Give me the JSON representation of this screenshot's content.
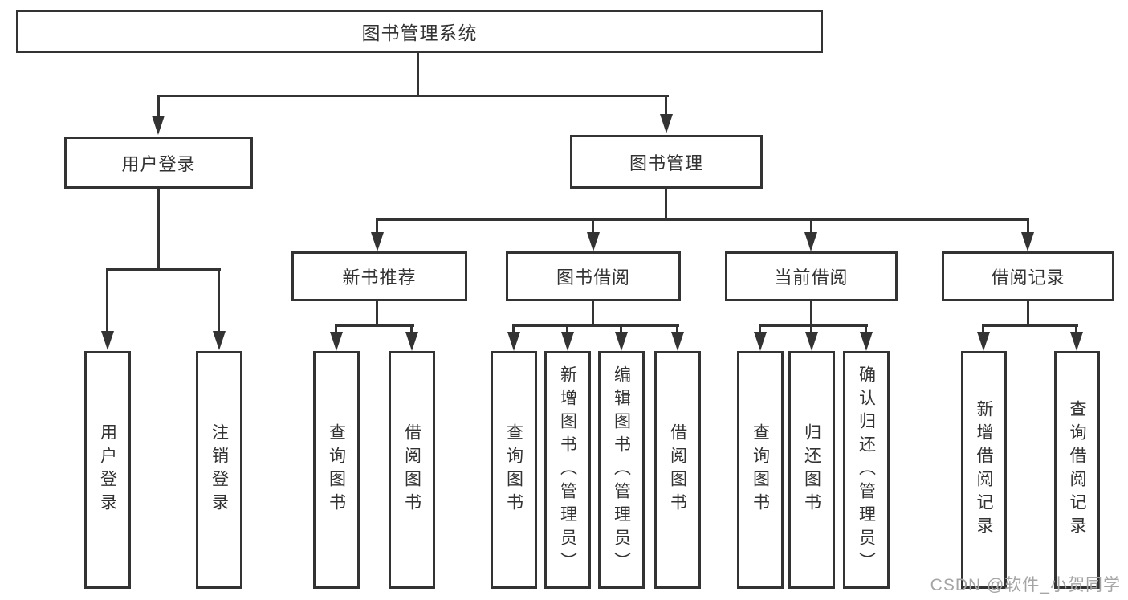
{
  "diagram": {
    "title": "图书管理系统",
    "level2": {
      "user_login": "用户登录",
      "book_management": "图书管理"
    },
    "level3": {
      "new_book_recommend": "新书推荐",
      "book_borrow": "图书借阅",
      "current_borrow": "当前借阅",
      "borrow_record": "借阅记录"
    },
    "leaves": {
      "user_login": [
        "用户登录",
        "注销登录"
      ],
      "new_book_recommend": [
        "查询图书",
        "借阅图书"
      ],
      "book_borrow": [
        "查询图书",
        "新增图书（管理员）",
        "编辑图书（管理员）",
        "借阅图书"
      ],
      "current_borrow": [
        "查询图书",
        "归还图书",
        "确认归还（管理员）"
      ],
      "borrow_record": [
        "新增借阅记录",
        "查询借阅记录"
      ]
    }
  },
  "watermark": "CSDN @软件_小贺同学",
  "colors": {
    "line_color": "#333333",
    "text_color": "#333333",
    "box_bg": "#ffffff",
    "canvas_bg": "#ffffff",
    "watermark_color": "#a5a5a5"
  }
}
